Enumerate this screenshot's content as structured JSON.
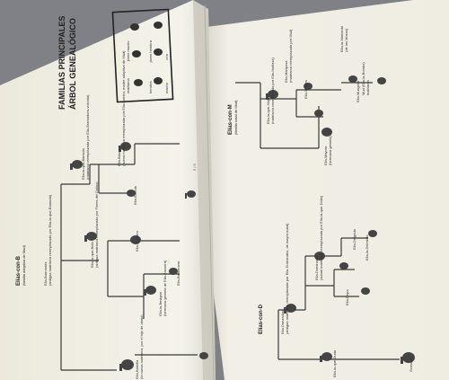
{
  "book": {
    "title_line1": "FAMILIAS PRINCIPALES",
    "title_line2": "ÁRBOL GENEALÓGICO",
    "legend": {
      "items": [
        {
          "icon": "elephant-matriarch-icon",
          "label": "matriarca"
        },
        {
          "icon": "elephant-young-male-icon",
          "label": "joven macho"
        },
        {
          "icon": "elephant-female-icon",
          "label": "hembra"
        },
        {
          "icon": "elephant-young-female-icon",
          "label": "joven hembra"
        },
        {
          "icon": "elephant-male-icon",
          "label": "macho"
        },
        {
          "icon": "elephant-calf-icon",
          "label": "cría"
        }
      ]
    },
    "left_tree": {
      "family_name": "Elías-con-B",
      "family_sub": "(familia adoptiva de Mud)",
      "root_label": "Ella-Burronaza",
      "root_sub": "(antigua matriarca reemplazada por Ella-la-que-Bamuda)",
      "nodes": [
        {
          "name": "Ella-la-que-Barruda",
          "sub": "(matriarca reemplazada por Ella-Bramadora-volcaria)"
        },
        {
          "name": "Ella-Bistasia",
          "sub": "(nueva matriarca reemplazada por Ella-Bombo, madre adoptiva de Mud)"
        },
        {
          "name": "Ella-Barrida"
        },
        {
          "name": "Ella-la-que-Bufa",
          "sub": "(antigua matriarca reemplazada por Flores del Dalias)"
        },
        {
          "name": "Ella-Bozuera"
        },
        {
          "name": "Ella-la-Bevigna",
          "sub": "(hermana gemela de Ella-Bozuera)"
        },
        {
          "name": "Ella-Baldomera"
        },
        {
          "name": "Ella-Barbilla",
          "sub": "(la nueva matriarca, por el hijo de abajo)"
        }
      ]
    },
    "right_tree_top": {
      "family_name": "Elías-con-M",
      "family_sub": "(familia natal de Mud)",
      "nodes": [
        {
          "name": "Ella-la-que-Moja",
          "sub": "(matriarca reemplazada por Ella-Mañosa)"
        },
        {
          "name": "Ella-Mariposa",
          "sub": "(matriarca reemplazada por Mud)"
        },
        {
          "name": "Ella-Muriles"
        },
        {
          "name": "Ella-la-Mamerde",
          "sub": "(de las Mozas)"
        },
        {
          "name": "Ella-Musgosa"
        },
        {
          "name": "Mud (Ella-la-Bombo)",
          "sub": "matriarca"
        },
        {
          "name": "Ella-Mayora",
          "sub": "(hermana gemela)"
        }
      ]
    },
    "right_tree_bottom": {
      "family_name": "Elías-con-D",
      "nodes": [
        {
          "name": "Ella-Danzadora",
          "sub": "(antigua matriarca, reemplazada por Ella-Doreandez, de mayor edad)"
        },
        {
          "name": "Ella-la-que-Duda"
        },
        {
          "name": "Ella-Dominante",
          "sub": "(actual matriarca, reemplazada por Ella-la-que-Dalia)"
        },
        {
          "name": "Ella-Depa"
        },
        {
          "name": "Ella-la-Delmirda"
        },
        {
          "name": "Ella-Delgada"
        },
        {
          "name": "Grandulo"
        }
      ]
    },
    "page_number": "5 / 8"
  }
}
